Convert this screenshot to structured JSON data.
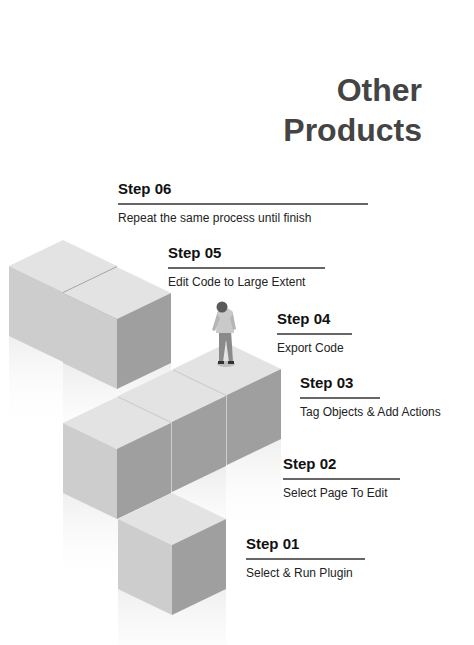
{
  "diagram": {
    "title": "Other Products",
    "labels": [
      "Step 06",
      "Repeat the same process until finish",
      "Step 05",
      "Edit Code to Large Extent",
      "Step 04",
      "Export Code",
      "Step 03",
      "Tag Objects & Add Actions",
      "Step 02",
      "Select Page To Edit",
      "Step 01",
      "Select & Run Plugin"
    ]
  }
}
